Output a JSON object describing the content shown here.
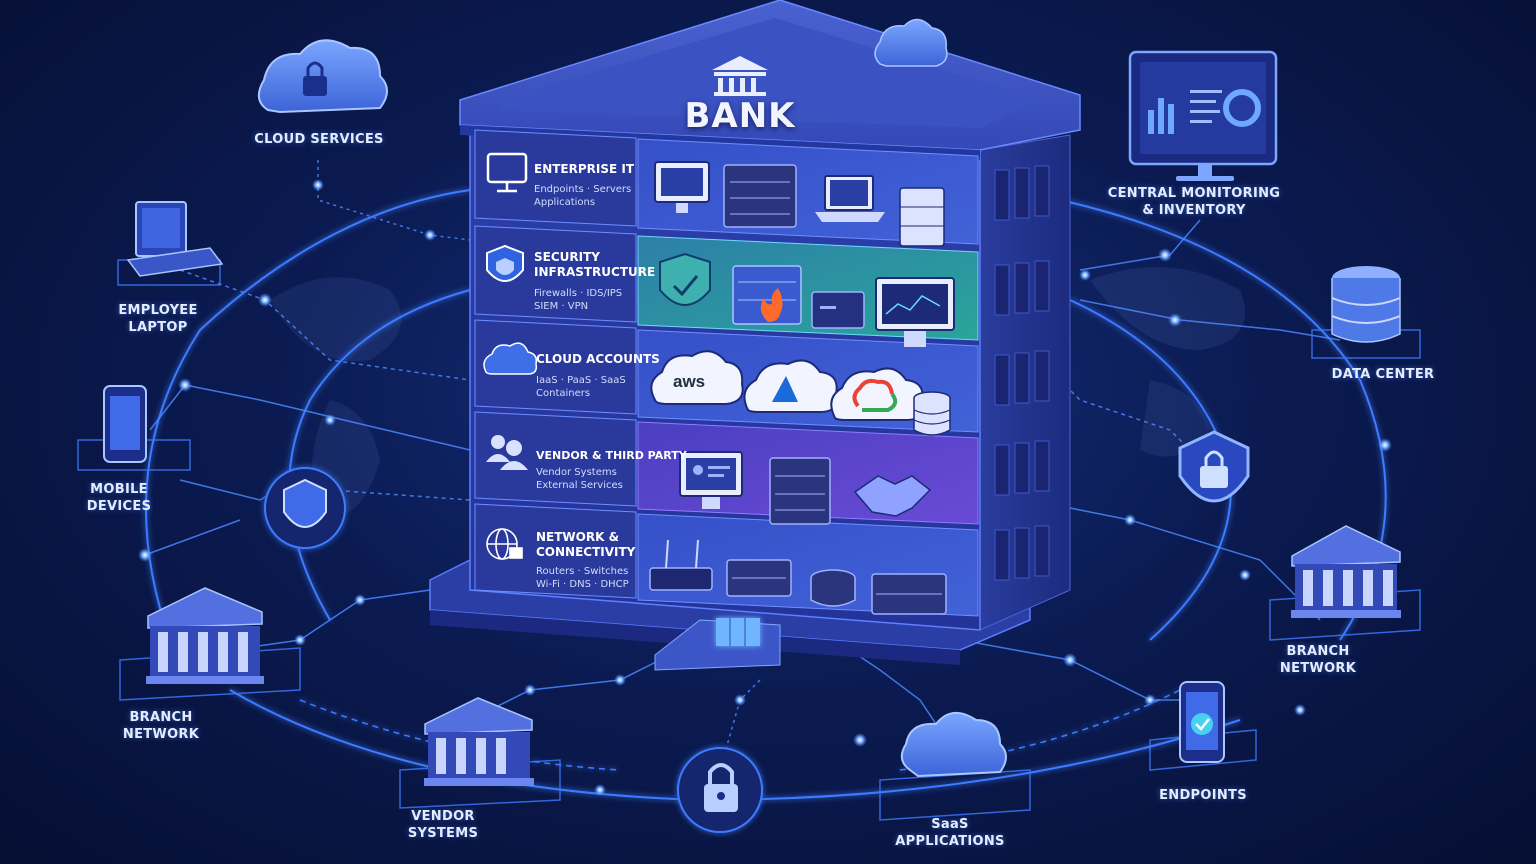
{
  "bank": {
    "title": "BANK",
    "floors": [
      {
        "title": "ENTERPRISE IT",
        "subtitle": "Endpoints · Servers\nApplications",
        "icon": "monitor-icon"
      },
      {
        "title": "SECURITY\nINFRASTRUCTURE",
        "subtitle": "Firewalls · IDS/IPS\nSIEM · VPN",
        "icon": "shield-icon"
      },
      {
        "title": "CLOUD ACCOUNTS",
        "subtitle": "IaaS · PaaS · SaaS\nContainers",
        "icon": "cloud-icon"
      },
      {
        "title": "VENDOR & THIRD PARTY",
        "subtitle": "Vendor Systems\nExternal Services",
        "icon": "users-icon"
      },
      {
        "title": "NETWORK &\nCONNECTIVITY",
        "subtitle": "Routers · Switches\nWi-Fi · DNS · DHCP",
        "icon": "globe-icon"
      }
    ],
    "cloud_logo_text": "aws"
  },
  "nodes": {
    "cloud_services": "CLOUD SERVICES",
    "employee_laptop": "EMPLOYEE\nLAPTOP",
    "mobile_devices": "MOBILE\nDEVICES",
    "branch_network_left": "BRANCH\nNETWORK",
    "vendor_systems": "VENDOR\nSYSTEMS",
    "saas_applications": "SaaS\nAPPLICATIONS",
    "endpoints": "ENDPOINTS",
    "branch_network_right": "BRANCH\nNETWORK",
    "data_center": "DATA CENTER",
    "central_monitoring": "CENTRAL MONITORING\n& INVENTORY"
  },
  "colors": {
    "background": "#0b1b52",
    "accent": "#3d7bff",
    "glow": "#6aa8ff",
    "building": "#3047b3",
    "security_floor": "#2a8f9a",
    "vendor_floor": "#5b3fc4"
  }
}
